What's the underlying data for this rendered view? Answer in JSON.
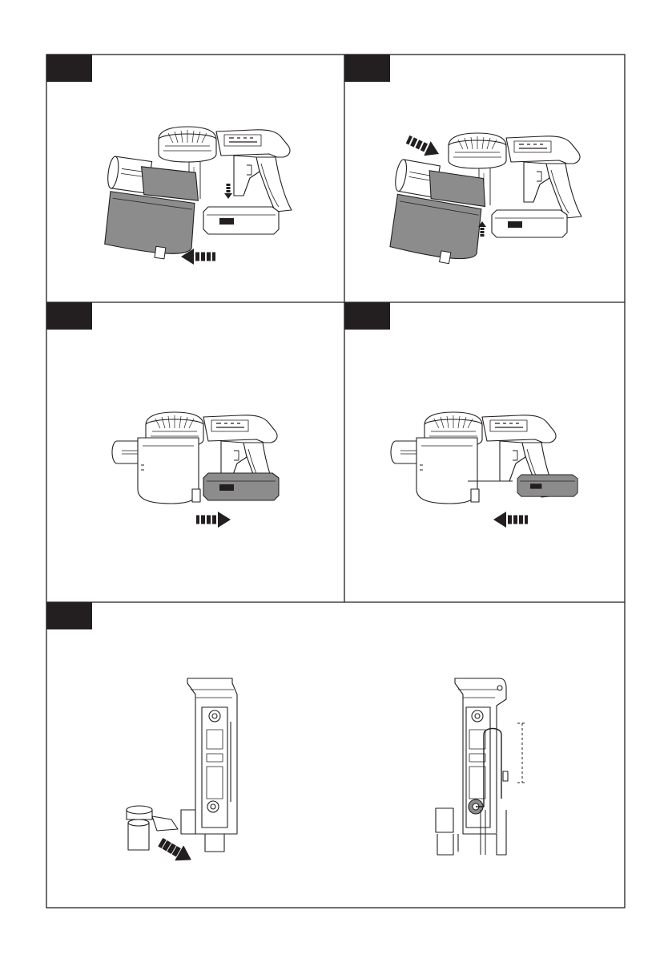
{
  "document": {
    "panels": [
      {
        "id": "panel-1",
        "illustration": "vacuum-dustbin-removal",
        "arrows": [
          "arrow-left",
          "arrow-down"
        ]
      },
      {
        "id": "panel-2",
        "illustration": "vacuum-dustbin-insertion",
        "arrows": [
          "arrow-down-right",
          "arrow-up"
        ]
      },
      {
        "id": "panel-3",
        "illustration": "vacuum-battery-removal",
        "arrows": [
          "arrow-right"
        ]
      },
      {
        "id": "panel-4",
        "illustration": "vacuum-battery-insertion",
        "arrows": [
          "arrow-left"
        ]
      },
      {
        "id": "panel-5",
        "illustration": "wall-mount-installation",
        "arrows": [
          "arrow-down-right"
        ]
      }
    ],
    "colors": {
      "line": "#231f20",
      "header_tab": "#231f20",
      "highlight_fill": "#8c8c8c",
      "background": "#ffffff"
    }
  }
}
